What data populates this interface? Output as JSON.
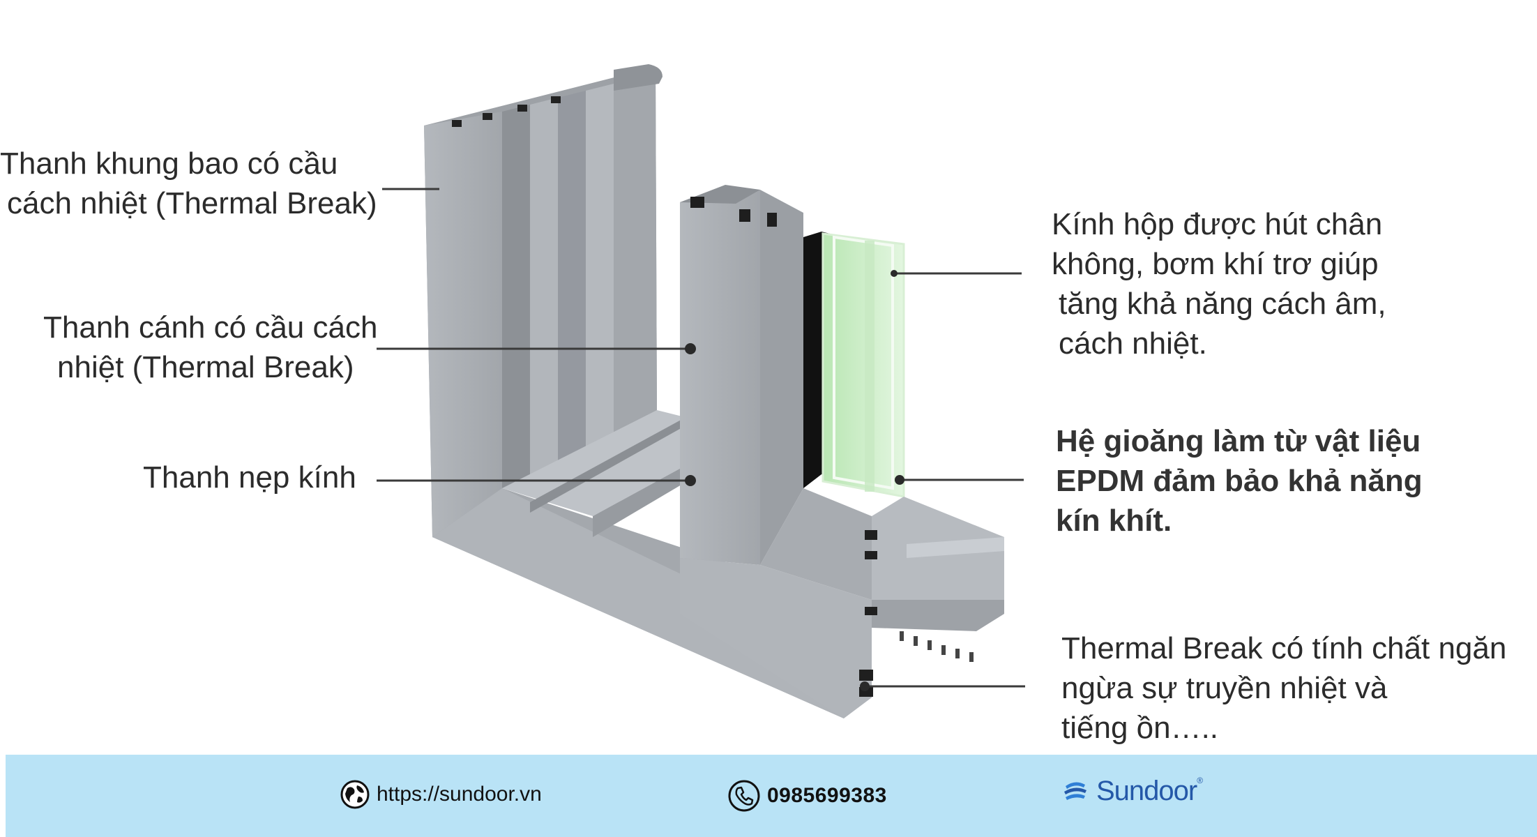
{
  "labels": {
    "frame": {
      "line1": "Thanh khung bao có cầu",
      "line2": "cách nhiệt (Thermal Break)"
    },
    "sash": {
      "line1": "Thanh cánh có cầu cách",
      "line2": "nhiệt (Thermal Break)"
    },
    "bead": {
      "line1": "Thanh nẹp kính"
    },
    "glass": {
      "line1": "Kính hộp được hút chân",
      "line2": "không, bơm khí trơ giúp",
      "line3": "tăng khả năng cách âm,",
      "line4": "cách nhiệt."
    },
    "gasket": {
      "line1": "Hệ gioăng làm từ vật liệu",
      "line2": "EPDM đảm bảo khả năng",
      "line3": "kín khít."
    },
    "thermal": {
      "line1": "Thermal Break có tính chất ngăn",
      "line2": "ngừa sự truyền nhiệt  và",
      "line3": "tiếng ồn….."
    }
  },
  "footer": {
    "website": "https://sundoor.vn",
    "phone": "0985699383",
    "brand": "Sundoor",
    "brand_mark": "®",
    "icons": [
      "globe-icon",
      "phone-icon",
      "sundoor-logo-icon"
    ]
  },
  "colors": {
    "footer_bg": "#b9e3f6",
    "profile_grey": "#a9adb2",
    "glass_green": "#cdeec9",
    "brand_blue": "#2458a8"
  }
}
